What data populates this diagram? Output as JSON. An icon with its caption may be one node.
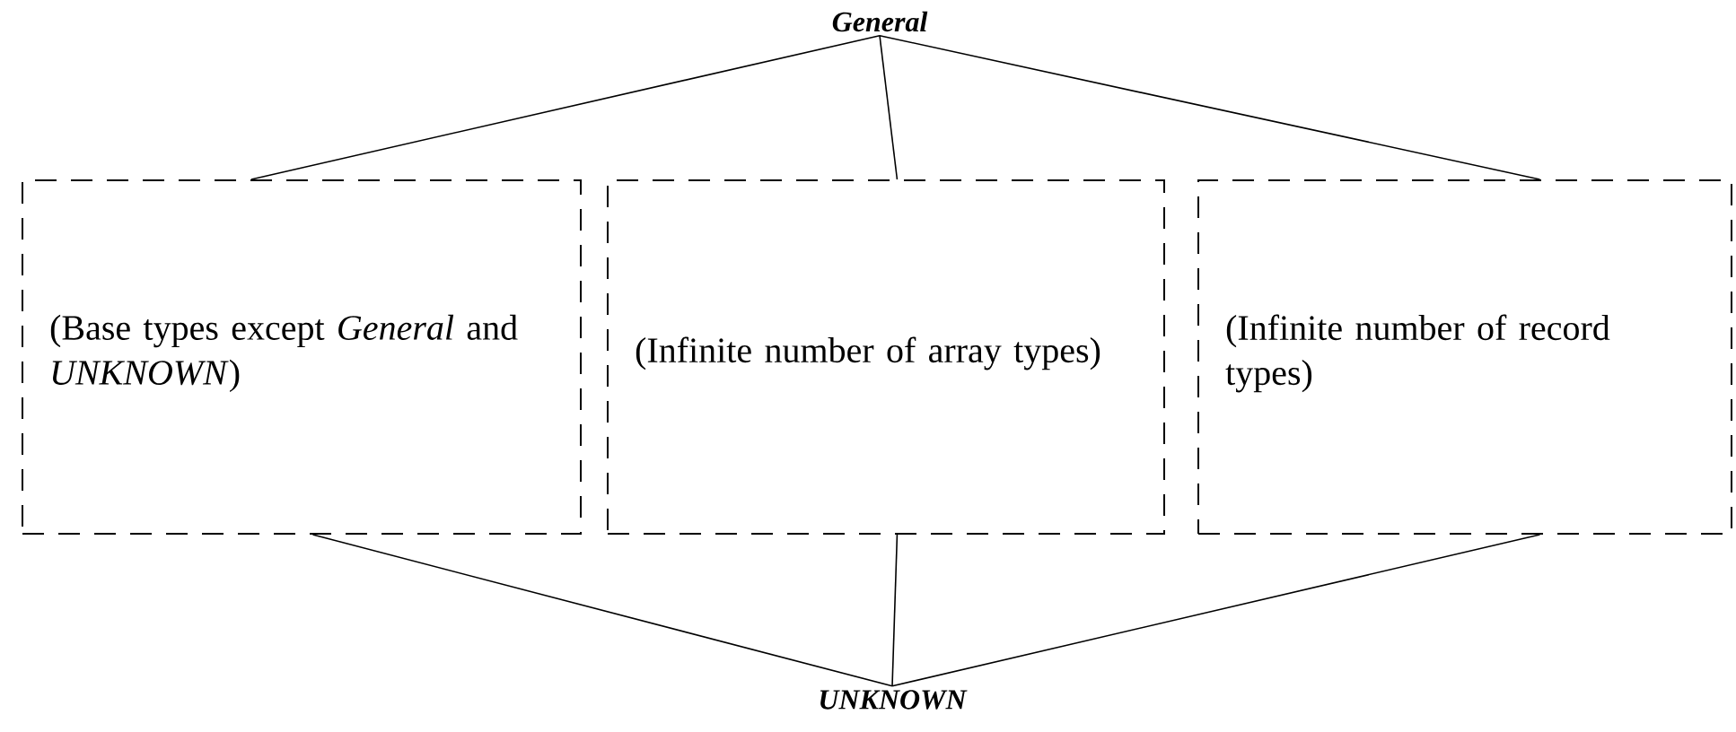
{
  "diagram": {
    "nodes": [
      {
        "text": [
          "General"
        ]
      },
      {
        "text": [
          "(Base types except *General* and *UNKNOWN*)"
        ]
      },
      {
        "text": [
          "(Infinite number of array types)"
        ]
      },
      {
        "text": [
          "(Infinite number of record types)"
        ]
      },
      {
        "text": [
          "UNKNOWN"
        ]
      }
    ],
    "edges": [
      {
        "from": 0,
        "to": 1,
        "arrow": "none"
      },
      {
        "from": 0,
        "to": 2,
        "arrow": "none"
      },
      {
        "from": 0,
        "to": 3,
        "arrow": "none"
      },
      {
        "from": 1,
        "to": 4,
        "arrow": "none"
      },
      {
        "from": 2,
        "to": 4,
        "arrow": "none"
      },
      {
        "from": 3,
        "to": 4,
        "arrow": "none"
      }
    ]
  }
}
